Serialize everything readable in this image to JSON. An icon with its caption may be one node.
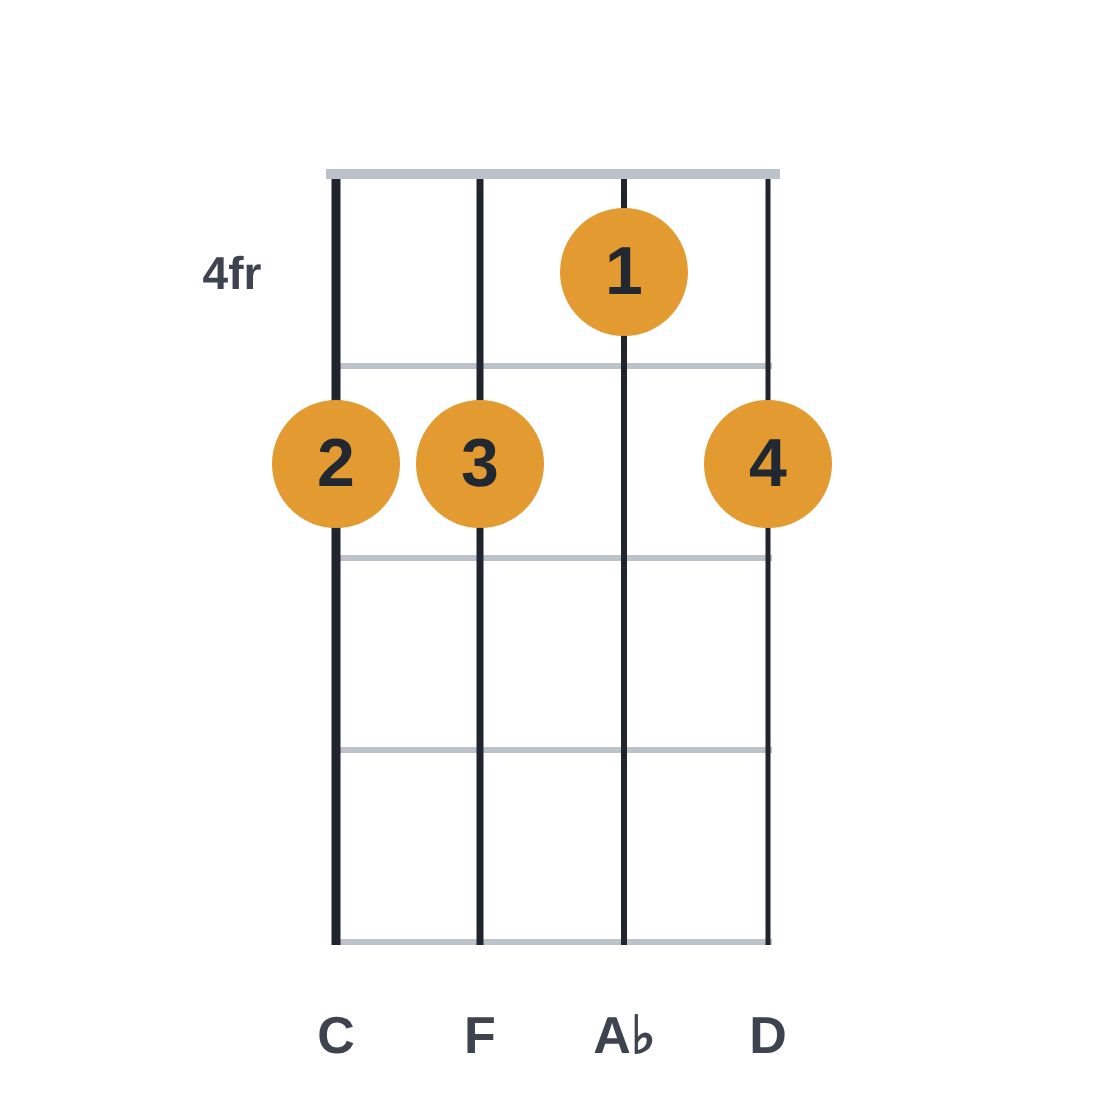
{
  "diagram": {
    "nodes": [
      {
        "text": [
          "1"
        ]
      },
      {
        "text": [
          "2"
        ]
      },
      {
        "text": [
          "3"
        ]
      },
      {
        "text": [
          "4"
        ]
      }
    ],
    "edges": [],
    "labels": [
      "4fr",
      "C",
      "F",
      "A♭",
      "D"
    ]
  }
}
